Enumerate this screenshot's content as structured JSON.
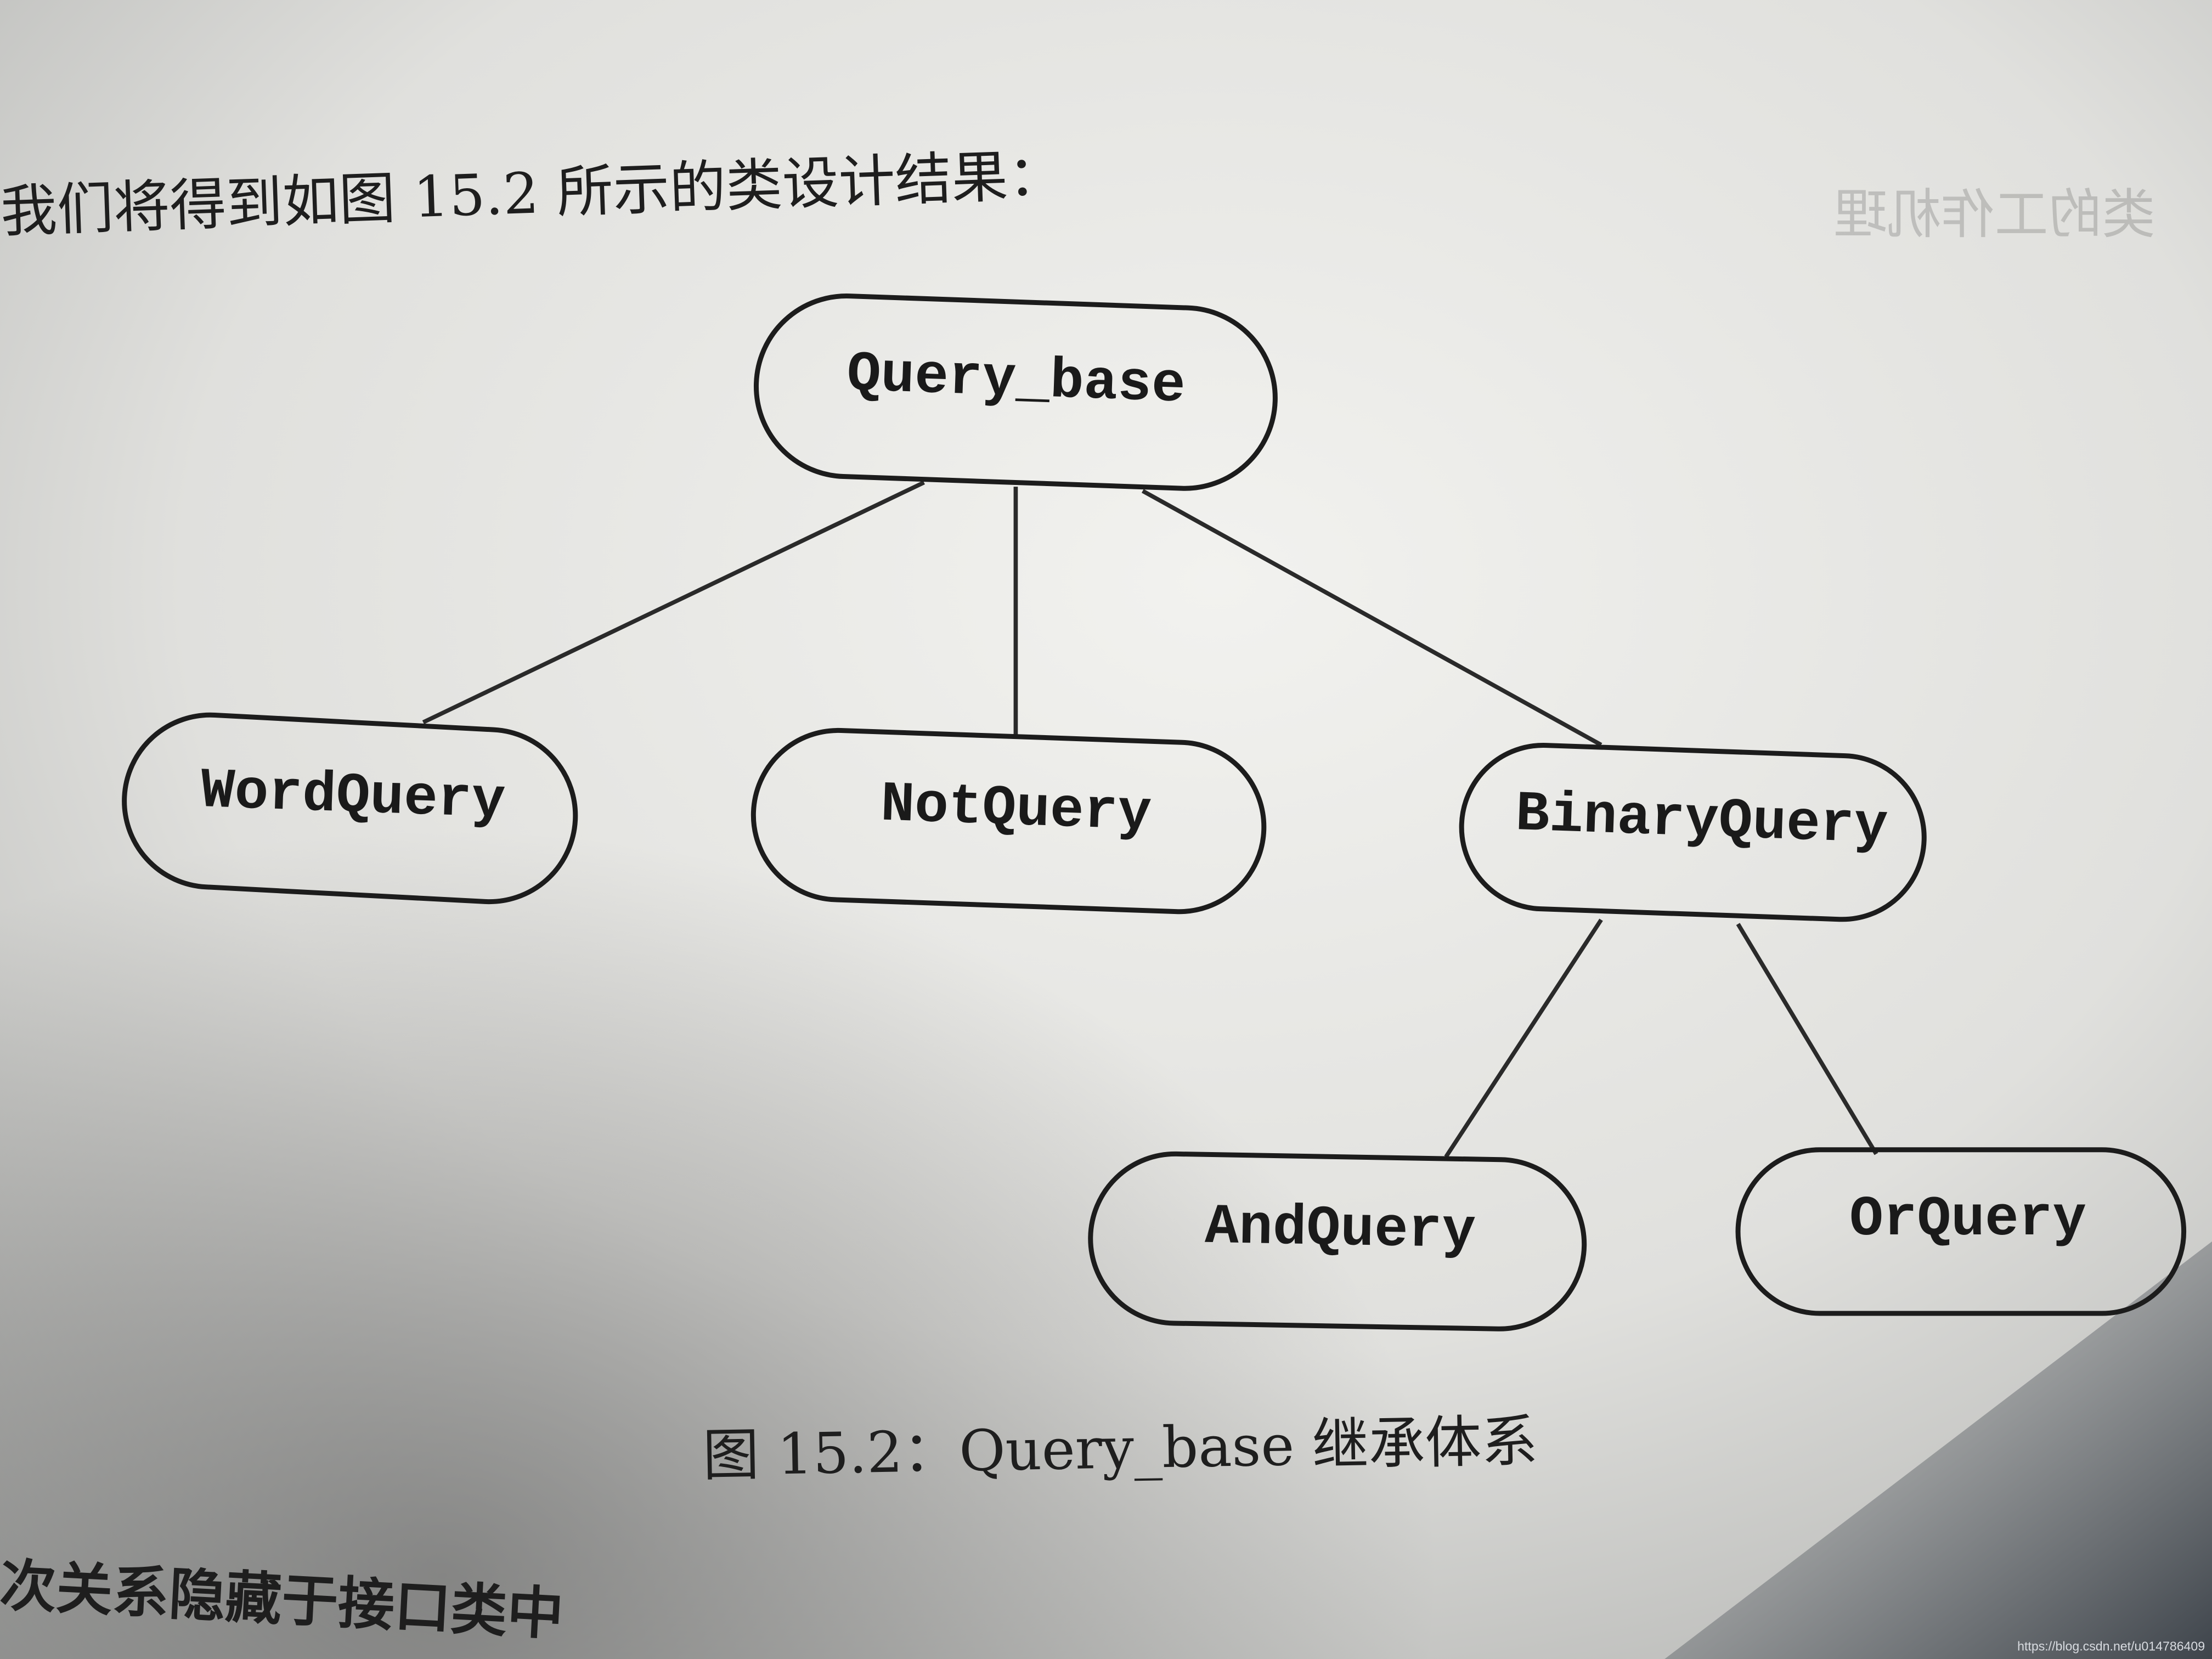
{
  "page": {
    "intro_text": "我们将得到如图 15.2 所示的类设计结果：",
    "caption": "图 15.2：Query_base 继承体系",
    "bottom_heading": "次关系隐藏于接口类中",
    "right_margin_heading": "类的工作机理",
    "watermark": "https://blog.csdn.net/u014786409"
  },
  "diagram": {
    "nodes": {
      "query_base": "Query_base",
      "word_query": "WordQuery",
      "not_query": "NotQuery",
      "binary_query": "BinaryQuery",
      "and_query": "AndQuery",
      "or_query": "OrQuery"
    },
    "edges": [
      [
        "Query_base",
        "WordQuery"
      ],
      [
        "Query_base",
        "NotQuery"
      ],
      [
        "Query_base",
        "BinaryQuery"
      ],
      [
        "BinaryQuery",
        "AndQuery"
      ],
      [
        "BinaryQuery",
        "OrQuery"
      ]
    ]
  }
}
